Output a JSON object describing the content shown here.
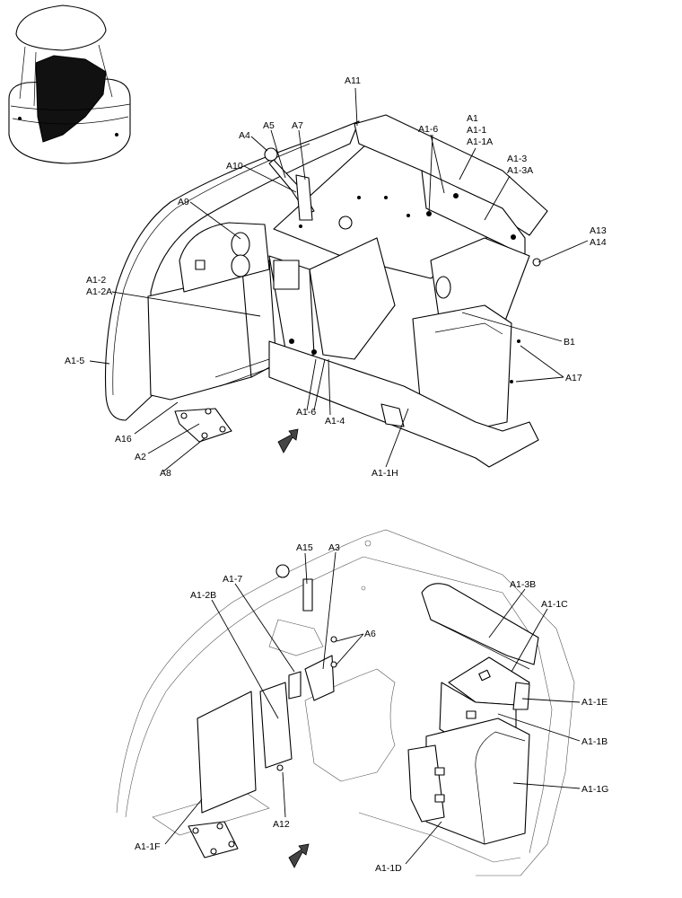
{
  "top_diagram": {
    "labels": {
      "A11": "A11",
      "A1": "A1",
      "A1_1": "A1-1",
      "A1_1A": "A1-1A",
      "A1_6_top": "A1-6",
      "A5": "A5",
      "A7": "A7",
      "A4": "A4",
      "A10": "A10",
      "A1_3": "A1-3",
      "A1_3A": "A1-3A",
      "A9": "A9",
      "A13": "A13",
      "A14": "A14",
      "A1_2": "A1-2",
      "A1_2A": "A1-2A",
      "B1": "B1",
      "A1_5": "A1-5",
      "A17": "A17",
      "A1_6_bottom": "A1-6",
      "A1_4": "A1-4",
      "A16": "A16",
      "A2": "A2",
      "A8": "A8",
      "A1_1H": "A1-1H"
    }
  },
  "bottom_diagram": {
    "labels": {
      "A15": "A15",
      "A3": "A3",
      "A1_7": "A1-7",
      "A1_2B": "A1-2B",
      "A1_3B": "A1-3B",
      "A6": "A6",
      "A1_1C": "A1-1C",
      "A1_1E": "A1-1E",
      "A1_1B": "A1-1B",
      "A1_1G": "A1-1G",
      "A12": "A12",
      "A1_1F": "A1-1F",
      "A1_1D": "A1-1D"
    }
  },
  "icons": [
    "machine-thumbnail-icon",
    "direction-arrow-icon"
  ]
}
